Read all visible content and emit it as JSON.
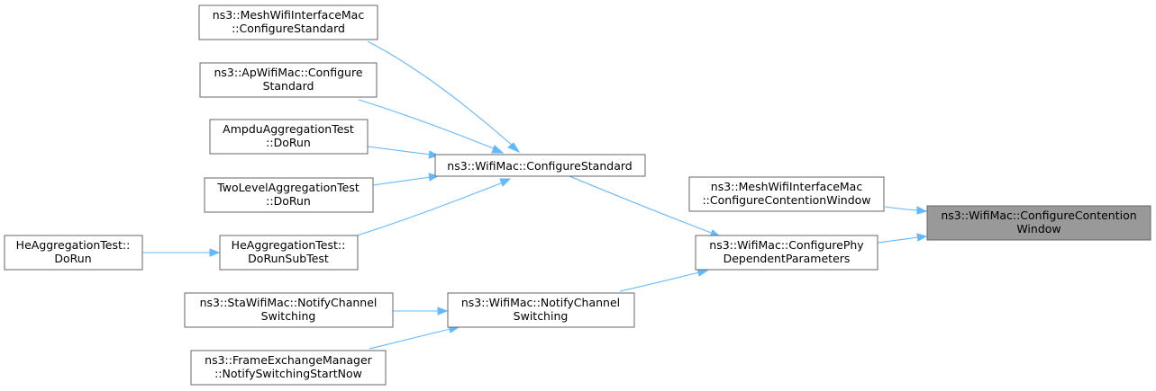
{
  "nodes": {
    "mesh_cfg_std": {
      "line1": "ns3::MeshWifiInterfaceMac",
      "line2": "::ConfigureStandard"
    },
    "ap_cfg_std": {
      "line1": "ns3::ApWifiMac::Configure",
      "line2": "Standard"
    },
    "ampdu_dorun": {
      "line1": "AmpduAggregationTest",
      "line2": "::DoRun"
    },
    "twolevel_dorun": {
      "line1": "TwoLevelAggregationTest",
      "line2": "::DoRun"
    },
    "he_dorun": {
      "line1": "HeAggregationTest::",
      "line2": "DoRun"
    },
    "he_dorunsub": {
      "line1": "HeAggregationTest::",
      "line2": "DoRunSubTest"
    },
    "sta_notify": {
      "line1": "ns3::StaWifiMac::NotifyChannel",
      "line2": "Switching"
    },
    "fem_notify": {
      "line1": "ns3::FrameExchangeManager",
      "line2": "::NotifySwitchingStartNow"
    },
    "wifimac_cfg_std": {
      "line1": "ns3::WifiMac::ConfigureStandard"
    },
    "wifimac_notify": {
      "line1": "ns3::WifiMac::NotifyChannel",
      "line2": "Switching"
    },
    "mesh_cfg_cw": {
      "line1": "ns3::MeshWifiInterfaceMac",
      "line2": "::ConfigureContentionWindow"
    },
    "wifimac_cfg_phy": {
      "line1": "ns3::WifiMac::ConfigurePhy",
      "line2": "DependentParameters"
    },
    "wifimac_cfg_cw": {
      "line1": "ns3::WifiMac::ConfigureContention",
      "line2": "Window"
    }
  },
  "colors": {
    "edge": "#63b8ff",
    "node_border": "#666666",
    "node_fill": "#ffffff",
    "root_fill": "#999999"
  }
}
